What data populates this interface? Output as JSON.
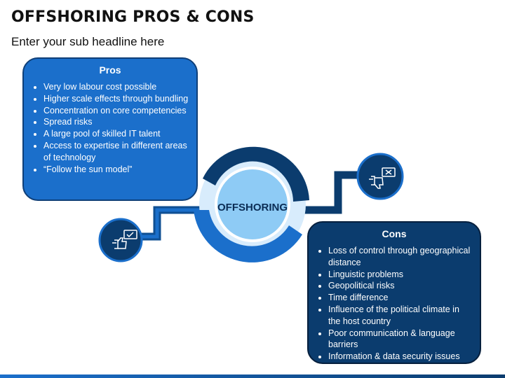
{
  "title": "OFFSHORING PROS & CONS",
  "subtitle": "Enter your sub headline here",
  "center_label": "OFFSHORING",
  "pros": {
    "title": "Pros",
    "items": [
      "Very low labour cost possible",
      "Higher scale effects through bundling",
      "Concentration on core competencies",
      "Spread risks",
      "A large pool of skilled IT talent",
      "Access to expertise in different areas of technology",
      "“Follow the sun model”"
    ]
  },
  "cons": {
    "title": "Cons",
    "items": [
      "Loss of control through geographical distance",
      "Linguistic problems",
      "Geopolitical risks",
      "Time difference",
      "Influence of the political climate in the host country",
      "Poor communication & language barriers",
      "Information & data security issues"
    ]
  },
  "icons": {
    "pros_icon": "thumbs-up-approve-icon",
    "cons_icon": "thumbs-down-reject-icon"
  },
  "colors": {
    "pros_blue": "#1b6fcb",
    "cons_navy": "#0b3c6e",
    "ring_light": "#cfe6fb",
    "center_fill": "#8ecbf5"
  }
}
